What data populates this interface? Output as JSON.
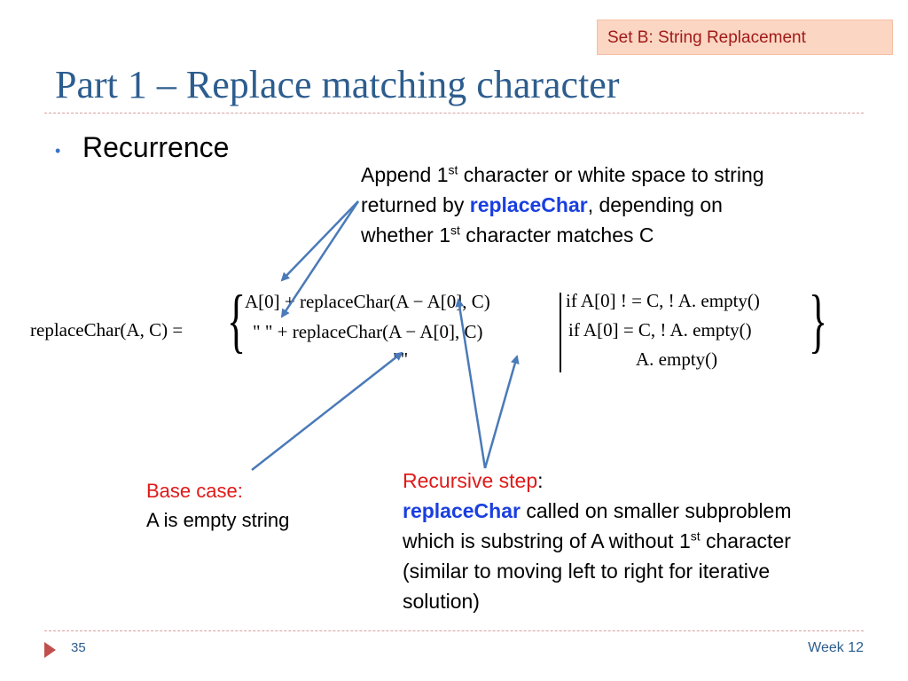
{
  "header": {
    "set_tag": "Set B: String Replacement",
    "title": "Part 1 – Replace matching character"
  },
  "bullet": "Recurrence",
  "annotations": {
    "append_note": {
      "l1a": "Append 1",
      "sup1": "st",
      "l1b": " character or white space to string",
      "l2a": "returned by ",
      "l2b": "replaceChar",
      "l2c": ", depending on",
      "l3a": "whether 1",
      "sup2": "st",
      "l3b": " character matches C"
    },
    "base_case": {
      "label": "Base case:",
      "text": "A is empty string"
    },
    "recursive_step": {
      "label": "Recursive step",
      "colon": ":",
      "l2a": "replaceChar",
      "l2b": " called on smaller subproblem",
      "l3a": "which is substring of A without 1",
      "sup": "st",
      "l3b": " character",
      "l4": "(similar to moving left to right for iterative",
      "l5": "solution)"
    }
  },
  "formula": {
    "lhs": "replaceChar(A, C) =",
    "case1": "A[0] + replaceChar(A − A[0], C)",
    "case2": "\" \" + replaceChar(A − A[0], C)",
    "case3": "\"\"",
    "cond1": "if  A[0] ! = C, ! A. empty()",
    "cond2": "if  A[0]  = C, ! A. empty()",
    "cond3": "A. empty()"
  },
  "colors": {
    "title": "#2d5d8e",
    "arrow": "#4a7ab8",
    "accent_red": "#e01a1a",
    "accent_blue": "#1a3fe0"
  },
  "footer": {
    "slide_number": "35",
    "week": "Week 12"
  }
}
